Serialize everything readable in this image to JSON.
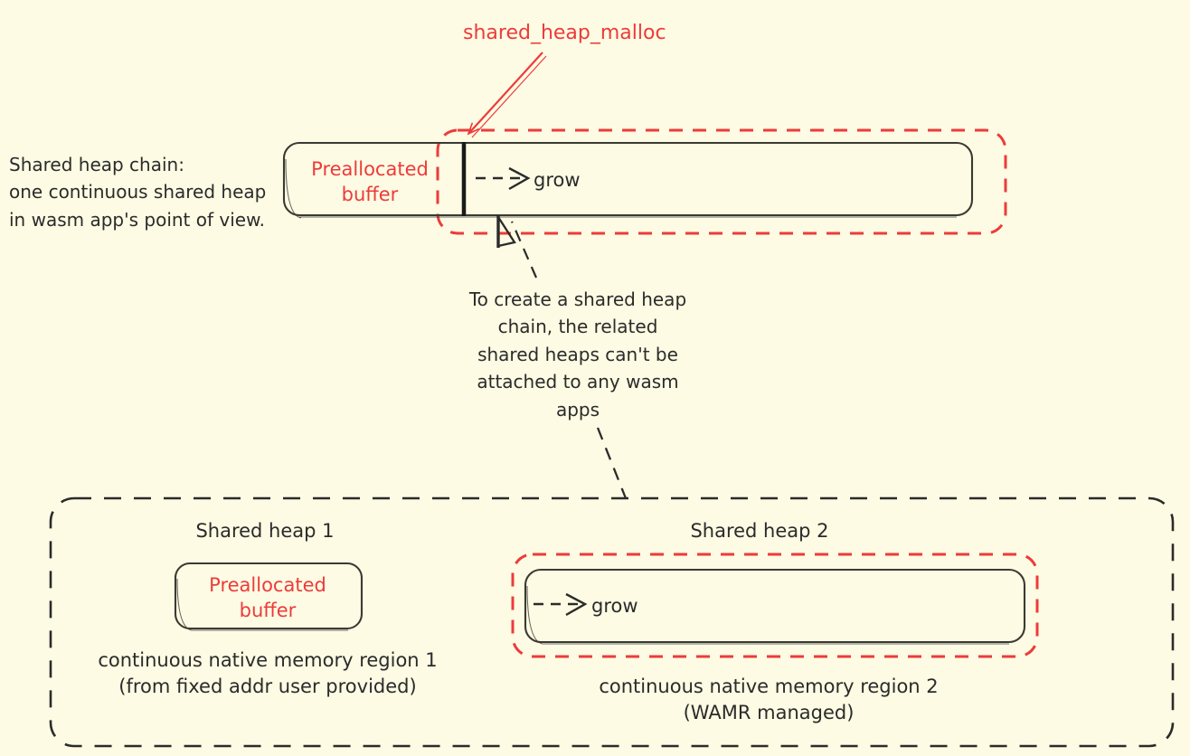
{
  "diagram": {
    "title": "WAMR shared heap chain diagram",
    "background_color": "#FDFBE3",
    "accent_red": "#ED3B3B",
    "ink_color": "#2B2B2B",
    "annotations": {
      "shared_heap_malloc": "shared_heap_malloc",
      "chain_note": "Shared heap chain:\none continuous shared heap\nin wasm app's point of view.",
      "create_chain_note": "To create a shared heap\nchain, the related\nshared heaps can't be\nattached to any wasm\napps"
    },
    "top_view": {
      "preallocated_buffer_label": "Preallocated\nbuffer",
      "grow_label": "grow",
      "grow_arrow_icon": "dashed-arrow-right-icon"
    },
    "bottom_view": {
      "heap1": {
        "title": "Shared heap 1",
        "box_label": "Preallocated\nbuffer",
        "caption": "continuous native memory region 1\n(from fixed addr user provided)"
      },
      "heap2": {
        "title": "Shared heap 2",
        "grow_label": "grow",
        "grow_arrow_icon": "dashed-arrow-right-icon",
        "caption": "continuous native memory region 2\n(WAMR managed)"
      }
    }
  }
}
